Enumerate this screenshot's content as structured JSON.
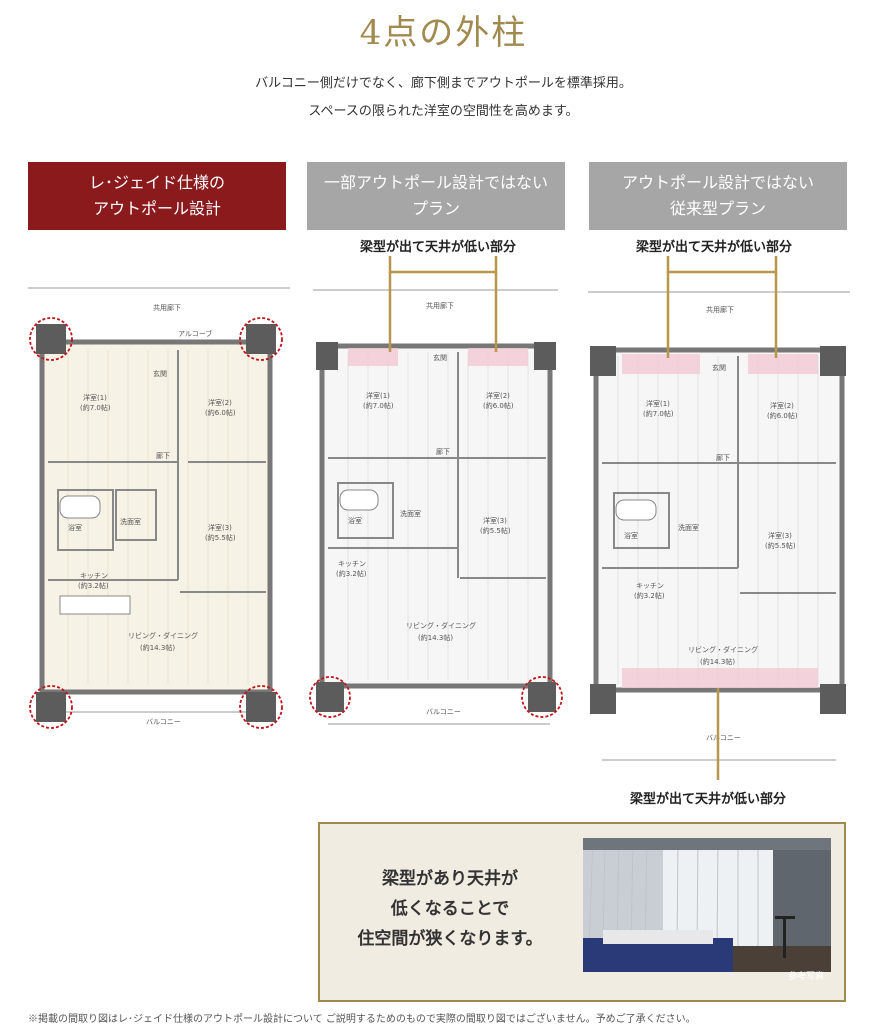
{
  "header": {
    "title": "4点の外柱",
    "lead_line1": "バルコニー側だけでなく、廊下側までアウトポールを標準採用。",
    "lead_line2": "スペースの限られた洋室の空間性を高めます。"
  },
  "columns": [
    {
      "line1": "レ･ジェイド仕様の",
      "line2": "アウトポール設計",
      "color": "#8b1a1c"
    },
    {
      "line1": "一部アウトポール設計ではない",
      "line2": "プラン",
      "color": "#a6a6a6"
    },
    {
      "line1": "アウトポール設計ではない",
      "line2": "従来型プラン",
      "color": "#a6a6a6"
    }
  ],
  "beam_label": "梁型が出て天井が低い部分",
  "plan_labels": {
    "corridor": "共用廊下",
    "alcove": "アルコーブ",
    "entrance": "玄関",
    "hall": "廊下",
    "western1": "洋室(1)",
    "western1_size": "(約7.0帖)",
    "western2": "洋室(2)",
    "western2_size": "(約6.0帖)",
    "western3": "洋室(3)",
    "western3_size": "(約5.5帖)",
    "bath": "浴室",
    "washroom": "洗面室",
    "kitchen": "キッチン",
    "kitchen_size": "(約3.2帖)",
    "living": "リビング・ダイニング",
    "living_size": "(約14.3帖)",
    "balcony": "バルコニー"
  },
  "note": {
    "line1": "梁型があり天井が",
    "line2": "低くなることで",
    "line3": "住空間が狭くなります。",
    "photo_caption": "参考写真"
  },
  "footnote": "※掲載の間取り図はレ･ジェイド仕様のアウトポール設計について ご説明するためのもので実際の間取り図ではございません。予めご了承ください。",
  "colors": {
    "accent_gold": "#a08a4e",
    "dark_red": "#8b1a1c",
    "gray_header": "#a6a6a6",
    "beam_pink": "#f2c9d4",
    "pillar": "#5c5c5c"
  }
}
